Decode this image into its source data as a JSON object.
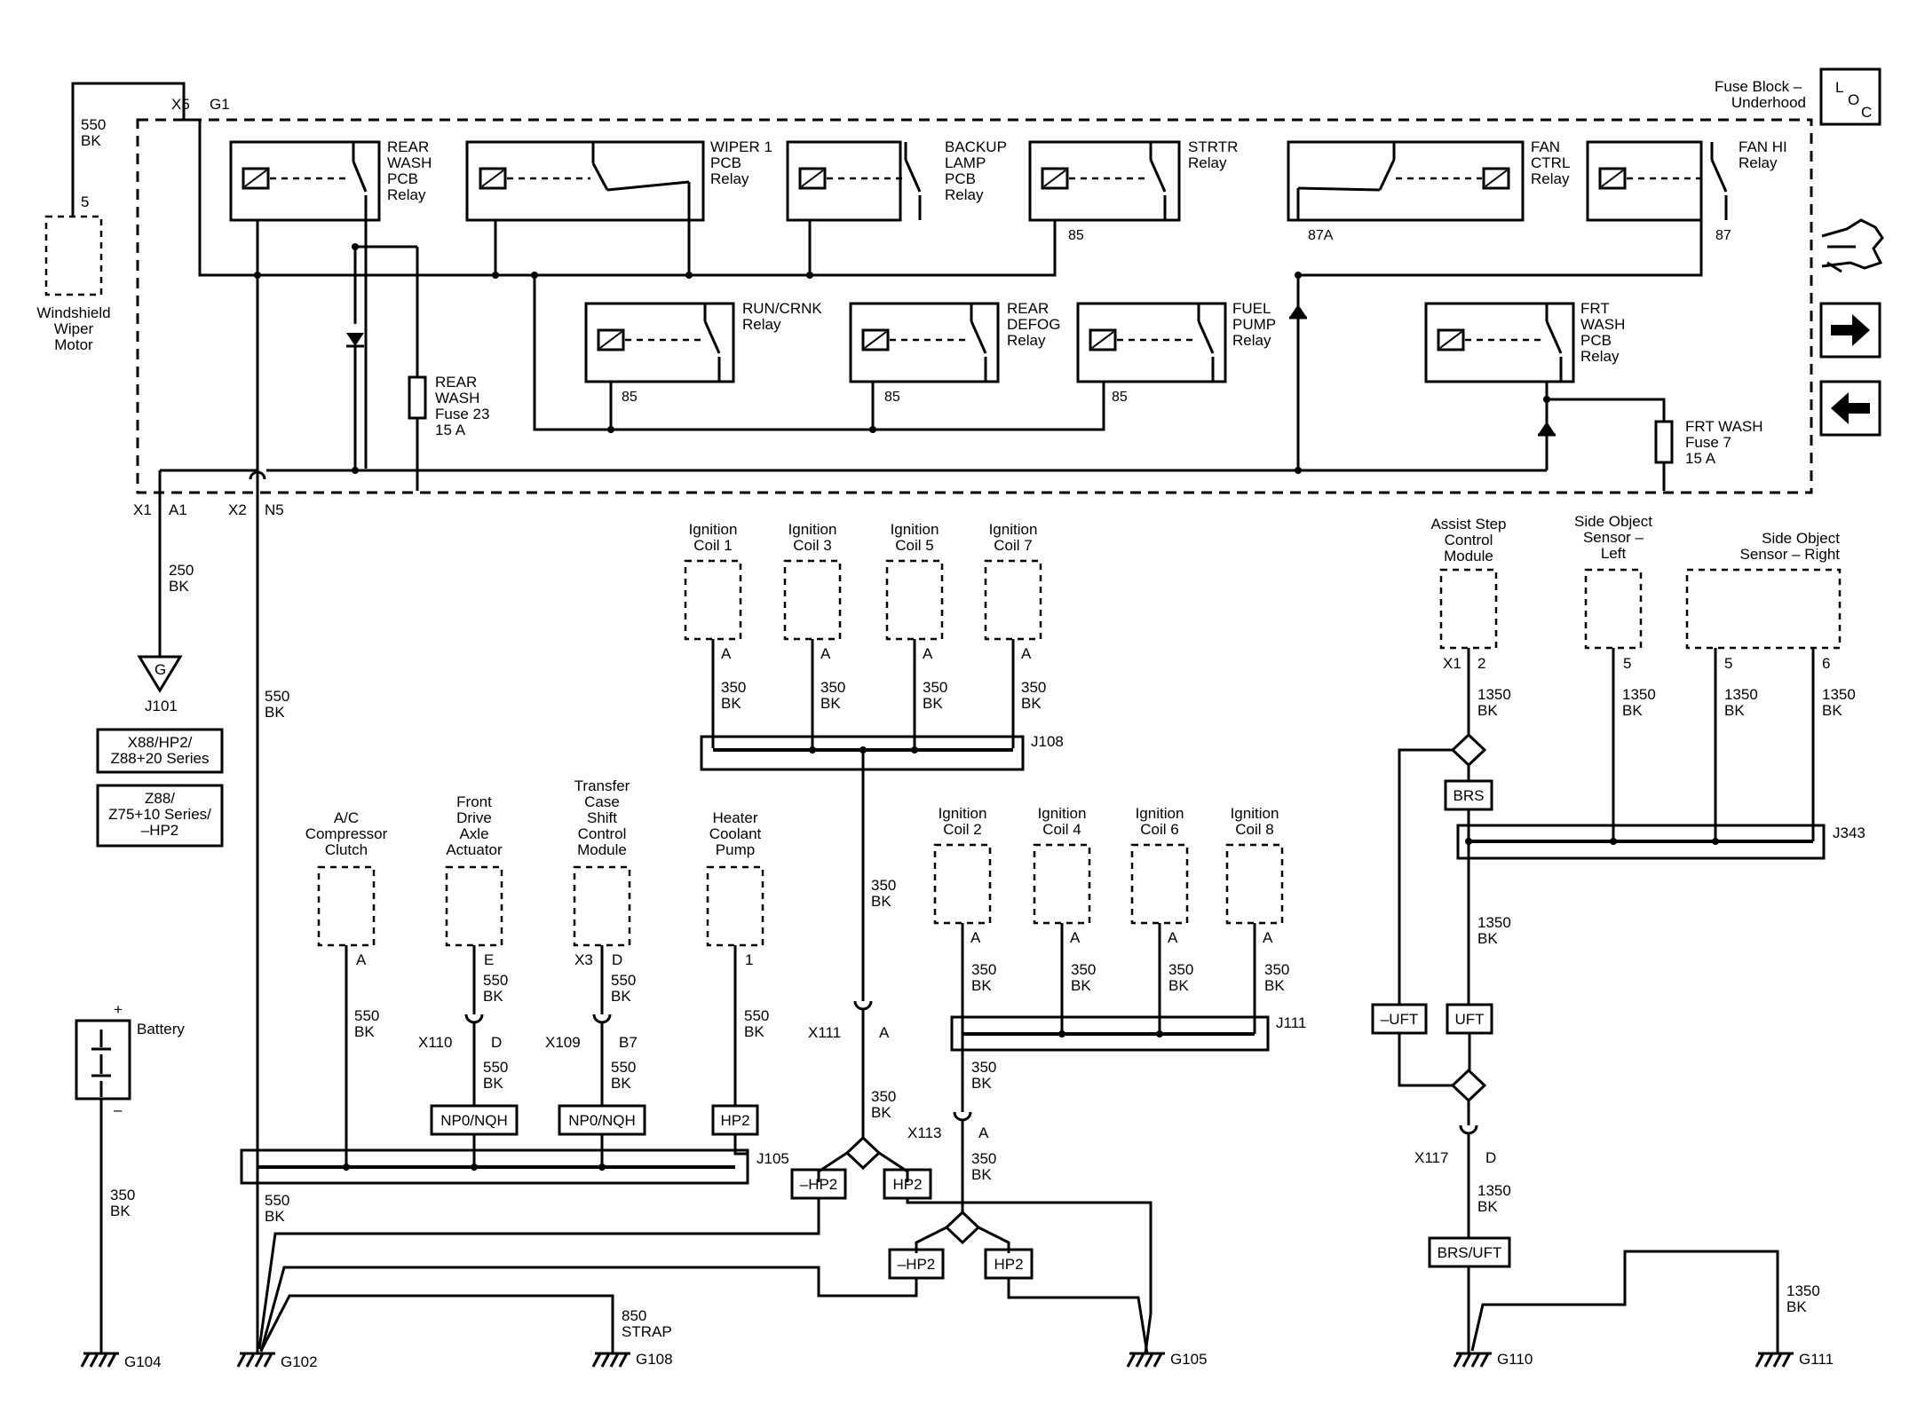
{
  "fuse_block": {
    "title": [
      "Fuse Block –",
      "Underhood"
    ],
    "loc_letters": [
      "L",
      "O",
      "C"
    ]
  },
  "connectors_top": {
    "x5": "X5",
    "g1": "G1",
    "x1": "X1",
    "a1": "A1",
    "x2": "X2",
    "n5": "N5"
  },
  "relays": [
    {
      "id": "rear-wash-pcb",
      "label": [
        "REAR",
        "WASH",
        "PCB",
        "Relay"
      ]
    },
    {
      "id": "wiper1-pcb",
      "label": [
        "WIPER 1",
        "PCB",
        "Relay"
      ]
    },
    {
      "id": "backup-lamp-pcb",
      "label": [
        "BACKUP",
        "LAMP",
        "PCB",
        "Relay"
      ]
    },
    {
      "id": "strtr",
      "label": [
        "STRTR",
        "Relay"
      ],
      "pin": "85"
    },
    {
      "id": "fan-ctrl",
      "label": [
        "FAN",
        "CTRL",
        "Relay"
      ],
      "pin": "87A"
    },
    {
      "id": "fan-hi",
      "label": [
        "FAN HI",
        "Relay"
      ],
      "pin": "87"
    },
    {
      "id": "run-crnk",
      "label": [
        "RUN/CRNK",
        "Relay"
      ],
      "pin": "85"
    },
    {
      "id": "rear-defog",
      "label": [
        "REAR",
        "DEFOG",
        "Relay"
      ],
      "pin": "85"
    },
    {
      "id": "fuel-pump",
      "label": [
        "FUEL",
        "PUMP",
        "Relay"
      ],
      "pin": "85"
    },
    {
      "id": "frt-wash-pcb",
      "label": [
        "FRT",
        "WASH",
        "PCB",
        "Relay"
      ]
    }
  ],
  "fuses": [
    {
      "id": "rear-wash-fuse",
      "label": [
        "REAR",
        "WASH",
        "Fuse 23",
        "15 A"
      ]
    },
    {
      "id": "frt-wash-fuse",
      "label": [
        "FRT WASH",
        "Fuse 7",
        "15 A"
      ]
    }
  ],
  "components": {
    "wiper_motor": {
      "label": [
        "Windshield",
        "Wiper",
        "Motor"
      ],
      "pin": "5",
      "wire": [
        "550",
        "BK"
      ]
    },
    "ignition_coils_odd": [
      {
        "label": [
          "Ignition",
          "Coil 1"
        ],
        "pin": "A"
      },
      {
        "label": [
          "Ignition",
          "Coil 3"
        ],
        "pin": "A"
      },
      {
        "label": [
          "Ignition",
          "Coil 5"
        ],
        "pin": "A"
      },
      {
        "label": [
          "Ignition",
          "Coil 7"
        ],
        "pin": "A"
      }
    ],
    "ignition_coils_even": [
      {
        "label": [
          "Ignition",
          "Coil 2"
        ],
        "pin": "A"
      },
      {
        "label": [
          "Ignition",
          "Coil 4"
        ],
        "pin": "A"
      },
      {
        "label": [
          "Ignition",
          "Coil 6"
        ],
        "pin": "A"
      },
      {
        "label": [
          "Ignition",
          "Coil 8"
        ],
        "pin": "A"
      }
    ],
    "ac_clutch": {
      "label": [
        "A/C",
        "Compressor",
        "Clutch"
      ],
      "pin": "A"
    },
    "front_axle": {
      "label": [
        "Front",
        "Drive",
        "Axle",
        "Actuator"
      ],
      "pin": "E"
    },
    "transfer_case": {
      "label": [
        "Transfer",
        "Case",
        "Shift",
        "Control",
        "Module"
      ],
      "conn": "X3",
      "pin": "D"
    },
    "heater_pump": {
      "label": [
        "Heater",
        "Coolant",
        "Pump"
      ],
      "pin": "1"
    },
    "assist_step": {
      "label": [
        "Assist Step",
        "Control",
        "Module"
      ],
      "conn": "X1",
      "pin": "2"
    },
    "sos_left": {
      "label": [
        "Side Object",
        "Sensor –",
        "Left"
      ],
      "pin": "5"
    },
    "sos_right": {
      "label": [
        "Side Object",
        "Sensor – Right"
      ],
      "pin5": "5",
      "pin6": "6"
    },
    "battery": {
      "label": "Battery",
      "plus": "+",
      "minus": "–"
    }
  },
  "wire_labels": {
    "w250": [
      "250",
      "BK"
    ],
    "w350": [
      "350",
      "BK"
    ],
    "w550": [
      "550",
      "BK"
    ],
    "w850": [
      "850",
      "STRAP"
    ],
    "w1350": [
      "1350",
      "BK"
    ]
  },
  "splices": {
    "j101": "J101",
    "j105": "J105",
    "j108": "J108",
    "j111": "J111",
    "j343": "J343"
  },
  "inline": {
    "x110": {
      "name": "X110",
      "pin": "D"
    },
    "x109": {
      "name": "X109",
      "pin": "B7"
    },
    "x111": {
      "name": "X111",
      "pin": "A"
    },
    "x113": {
      "name": "X113",
      "pin": "A"
    },
    "x117": {
      "name": "X117",
      "pin": "D"
    }
  },
  "grounds": {
    "g": "G",
    "g102": "G102",
    "g104": "G104",
    "g105": "G105",
    "g108": "G108",
    "g110": "G110",
    "g111": "G111"
  },
  "options": {
    "series1": [
      "X88/HP2/",
      "Z88+20 Series"
    ],
    "series2": [
      "Z88/",
      "Z75+10 Series/",
      "–HP2"
    ],
    "np0": "NP0/NQH",
    "hp2": "HP2",
    "nhp2": "–HP2",
    "brs": "BRS",
    "uft": "UFT",
    "nuft": "–UFT",
    "brsuft": "BRS/UFT"
  }
}
